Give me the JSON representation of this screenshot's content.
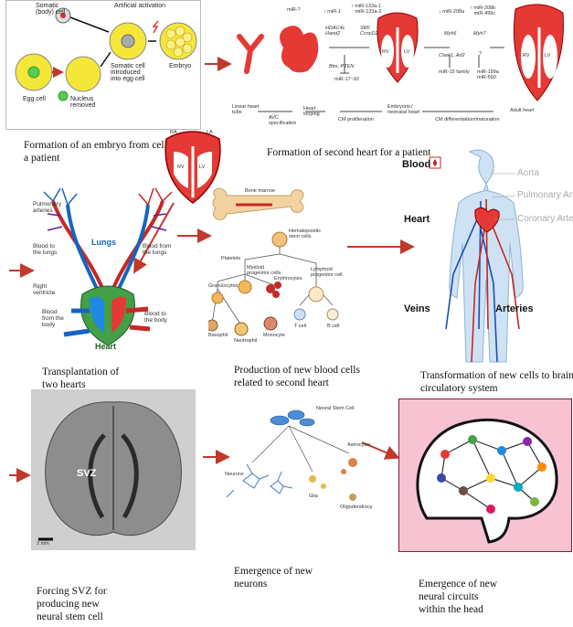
{
  "captions": {
    "c1": "Formation of an embryo from cells of\na patient",
    "c2": "Formation of second heart for a patient",
    "c3": "Transplantation of\ntwo hearts",
    "c4": "Production of new blood cells\nrelated to second heart",
    "c5": "Transformation of new cells to brain via\ncirculatory system",
    "c6": "Forcing SVZ for\nproducing new\nneural stem cell",
    "c7": "Emergence of new\nneurons",
    "c8": "Emergence of new\nneural circuits\nwithin the head"
  },
  "embryo_panel": {
    "somatic": "Somatic\n(body) cell",
    "artificial": "Artificial activation",
    "egg": "Egg cell",
    "nucleus": "Nucleus\nremoved",
    "introduced": "Somatic cell\nintroduced\ninto egg cell",
    "embryo": "Embryo"
  },
  "heart_dev": {
    "mir_q": "miR-?",
    "mir1": "↑ miR-1",
    "mir133": "↑ miR-133a-1\n   miR-133a-2",
    "hdac": "HDAC4c\nHand2",
    "srf": "SRF\nCcncD2",
    "bim": "Bim, PTEN",
    "mir17": "miR-17~92",
    "mir208a": "↓ miR-208a",
    "mir208b": "↑ miR-208b\n   miR-499c",
    "myh6": "Myh6",
    "myh7": "Myh7",
    "chek": "Chek1, Arl2",
    "q2": "?",
    "mir15": "miR-15 family",
    "mir199": "miR-199a\nmiR-590",
    "linear": "Linear heart\ntube",
    "avc": "AVC\nspecification",
    "looping": "Heart\nlooping",
    "cmprolif": "CM proliferation",
    "embryonic": "Embryonic/\nneonatal heart",
    "cmdiff": "CM differentiation/maturation",
    "adult": "Adult heart",
    "ra": "RA",
    "la": "LA",
    "rv": "RV",
    "lv": "LV"
  },
  "lungs_panel": {
    "pulm": "Pulmonary\narteries",
    "to_lungs": "Blood to\nthe lungs",
    "lungs": "Lungs",
    "from_lungs": "Blood from\nthe lungs",
    "right_v": "Right\nventricle",
    "from_body": "Blood\nfrom the\nbody",
    "to_body": "Blood to\nthe body",
    "heart": "Heart"
  },
  "blood_panel": {
    "marrow": "Bone marrow",
    "hsc": "Hematopoietic\nstem cells",
    "myeloid": "Myeloid\nprogenitor cells",
    "lymphoid": "Lymphoid\nprogenitor cell",
    "platelets": "Platelets",
    "erythro": "Erythrocytes",
    "granulo": "Granulocytes",
    "basophil": "Basophil",
    "neutrophil": "Neutrophil",
    "monocyte": "Monocyte",
    "tcell": "T cell",
    "bcell": "B cell"
  },
  "body_panel": {
    "blood": "Blood",
    "aorta": "Aorta",
    "pulm_art": "Pulmonary Arter",
    "coronary": "Coronary Arter",
    "heart": "Heart",
    "veins": "Veins",
    "arteries": "Arteries"
  },
  "brain_panel": {
    "svz": "SVZ",
    "scale": "2 mm"
  },
  "neuron_panel": {
    "nsc": "Neural Stem Cell",
    "astro": "Astrocytes",
    "neurons": "Neurons",
    "glia": "Glia",
    "oligo": "Oligodendrocy"
  },
  "colors": {
    "arrow": "#c0392b",
    "heart_red": "#e53935",
    "pink_bg": "#f7c3d3",
    "egg_yellow": "#f5e63a"
  }
}
